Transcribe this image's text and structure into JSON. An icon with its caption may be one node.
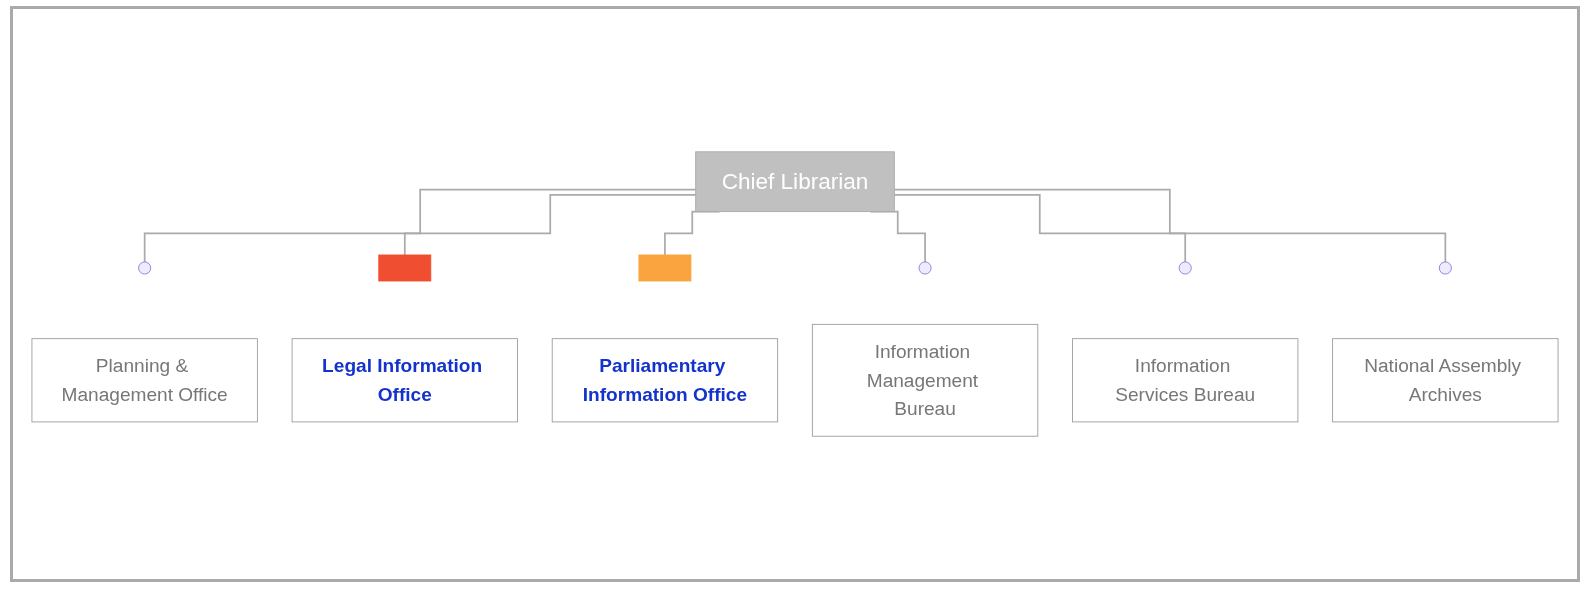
{
  "diagram": {
    "nodes": [
      {
        "text": [
          "Chief Librarian"
        ]
      },
      {
        "text": [],
        "shape": "circle"
      },
      {
        "text": [],
        "shape": "box"
      },
      {
        "text": [],
        "shape": "box"
      },
      {
        "text": [],
        "shape": "circle"
      },
      {
        "text": [],
        "shape": "circle"
      },
      {
        "text": [],
        "shape": "circle"
      },
      {
        "text": [
          "Planning & Management Office"
        ]
      },
      {
        "text": [
          "Legal Information Office"
        ]
      },
      {
        "text": [
          "Parliamentary Information Office"
        ]
      },
      {
        "text": [
          "Information Management Bureau"
        ]
      },
      {
        "text": [
          "Information Services Bureau"
        ]
      },
      {
        "text": [
          "National Assembly Archives"
        ]
      }
    ],
    "edges": [
      {
        "from": 0,
        "to": 1,
        "arrow": "none"
      },
      {
        "from": 0,
        "to": 2,
        "arrow": "none"
      },
      {
        "from": 0,
        "to": 3,
        "arrow": "none"
      },
      {
        "from": 0,
        "to": 4,
        "arrow": "none"
      },
      {
        "from": 0,
        "to": 5,
        "arrow": "none"
      },
      {
        "from": 0,
        "to": 6,
        "arrow": "none"
      }
    ]
  }
}
